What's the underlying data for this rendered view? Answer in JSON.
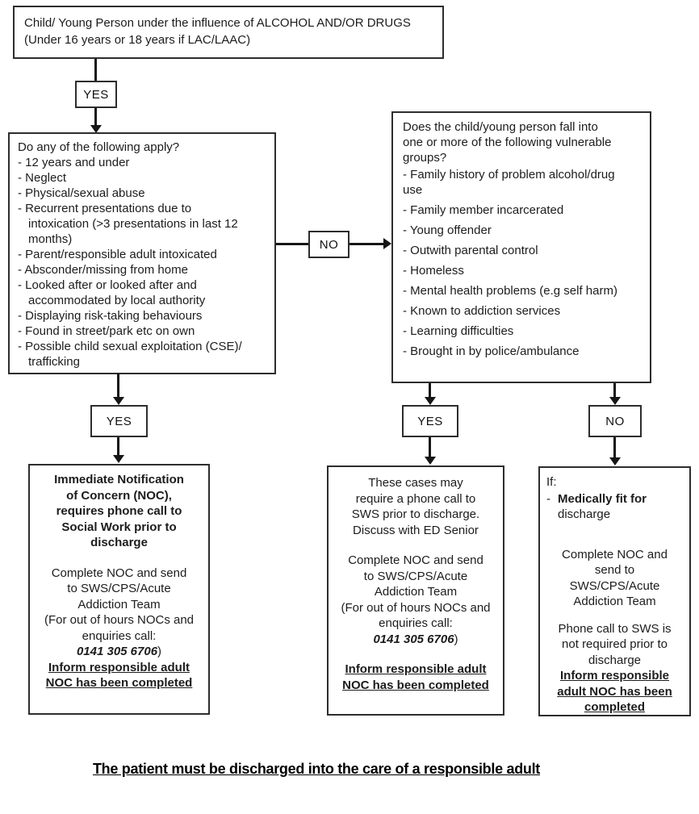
{
  "start_box": {
    "text": "Child/ Young Person under the influence of ALCOHOL AND/OR DRUGS\n(Under 16 years or 18 years if LAC/LAAC)"
  },
  "labels": {
    "yes_top": "YES",
    "no_mid": "NO",
    "yes_left": "YES",
    "yes_right": "YES",
    "no_right": "NO"
  },
  "apply_box": {
    "title": "Do any of the following apply?",
    "items": [
      "- 12 years and under",
      "-  Neglect",
      "-  Physical/sexual abuse",
      "-  Recurrent presentations due to\nintoxication (>3 presentations in last 12\nmonths)",
      "-  Parent/responsible adult intoxicated",
      "-  Absconder/missing from home",
      "-  Looked after or looked after and\naccommodated by local authority",
      "-  Displaying risk-taking behaviours",
      "-  Found in street/park etc on own",
      "-  Possible child sexual exploitation (CSE)/\ntrafficking"
    ]
  },
  "vulnerable_box": {
    "title": "Does the child/young person fall into\none or more of the following vulnerable\ngroups?",
    "items": [
      "-  Family history of problem alcohol/drug\nuse",
      "-  Family member incarcerated",
      "-  Young offender",
      "-  Outwith parental control",
      "-  Homeless",
      "-  Mental health problems (e.g self harm)",
      "-  Known to addiction services",
      "-  Learning difficulties",
      "-  Brought in by police/ambulance"
    ]
  },
  "outcome_immediate": {
    "heading": "Immediate Notification\nof Concern (NOC),\nrequires phone call to\nSocial Work prior to\ndischarge",
    "body": "Complete NOC and send\nto SWS/CPS/Acute\nAddiction Team\n(For out of hours NOCs and\nenquiries call:",
    "phone": "0141 305 6706",
    "phone_suffix": ")",
    "instruction": "Inform responsible adult\nNOC has been completed"
  },
  "outcome_discuss": {
    "heading": "These cases may\nrequire a phone call to\nSWS prior to discharge.\nDiscuss with ED Senior",
    "body": "Complete NOC and send\nto SWS/CPS/Acute\nAddiction Team\n(For out of hours NOCs and\nenquiries call:",
    "phone": "0141 305 6706",
    "phone_suffix": ")",
    "instruction": "Inform responsible adult\nNOC has been completed"
  },
  "outcome_fit": {
    "if_label": "If:",
    "condition_bold": "Medically fit for",
    "condition_rest": "discharge",
    "body1": "Complete NOC and\nsend to\nSWS/CPS/Acute\nAddiction Team",
    "body2": "Phone call to SWS is\nnot required prior to\ndischarge",
    "instruction": "Inform responsible\nadult NOC has been\ncompleted"
  },
  "footer": {
    "statement": "The patient must be discharged into the care of a responsible adult"
  }
}
